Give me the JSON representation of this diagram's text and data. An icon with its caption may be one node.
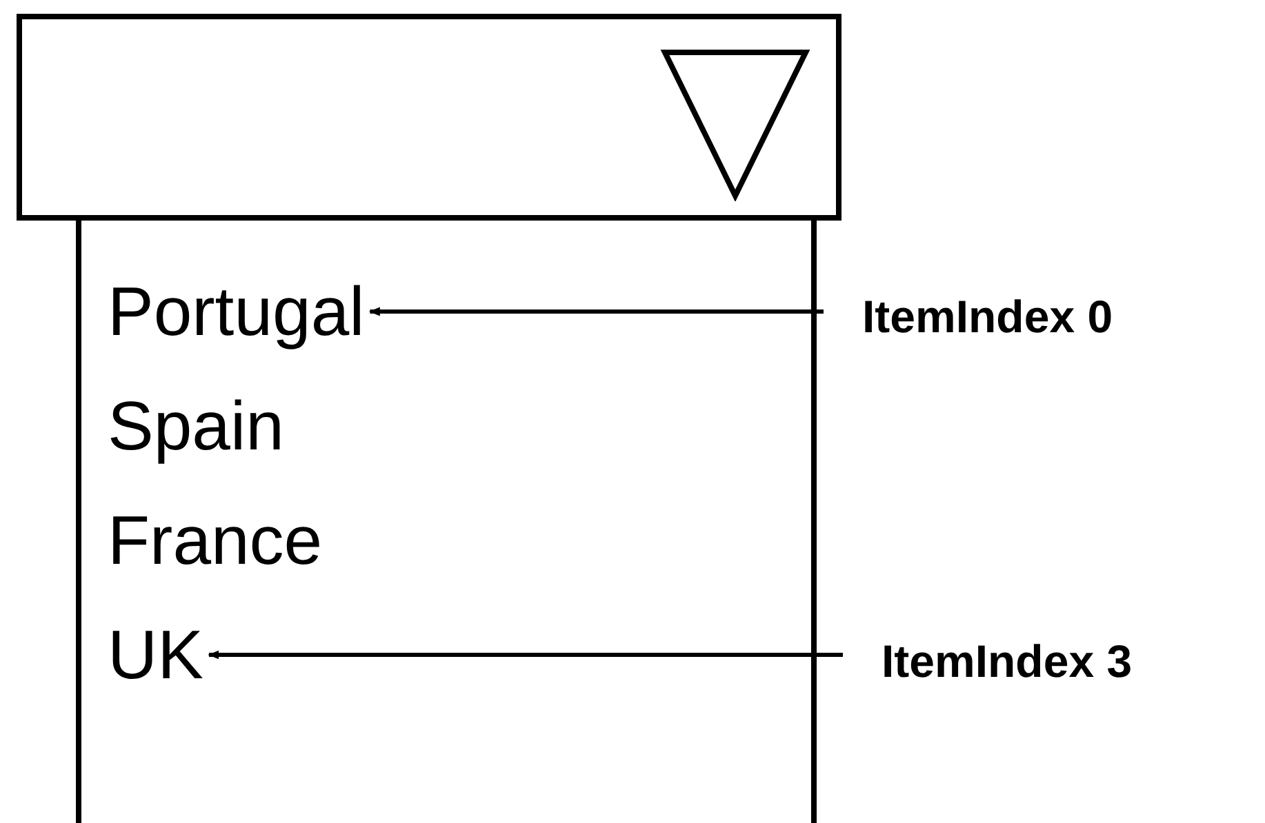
{
  "diagram": {
    "nodes": [
      {
        "text": [],
        "shape": "box"
      },
      {
        "text": [],
        "shape": "box"
      },
      {
        "text": [
          "Portugal"
        ],
        "in": 1
      },
      {
        "text": [
          "Spain"
        ],
        "in": 1
      },
      {
        "text": [
          "France"
        ],
        "in": 1
      },
      {
        "text": [
          "UK"
        ],
        "in": 1
      },
      {
        "text": [
          "ItemIndex 0"
        ]
      },
      {
        "text": [
          "ItemIndex 3"
        ]
      }
    ],
    "edges": [
      {
        "from": 6,
        "to": 2,
        "arrow": "to"
      },
      {
        "from": 7,
        "to": 5,
        "arrow": "to"
      }
    ]
  }
}
